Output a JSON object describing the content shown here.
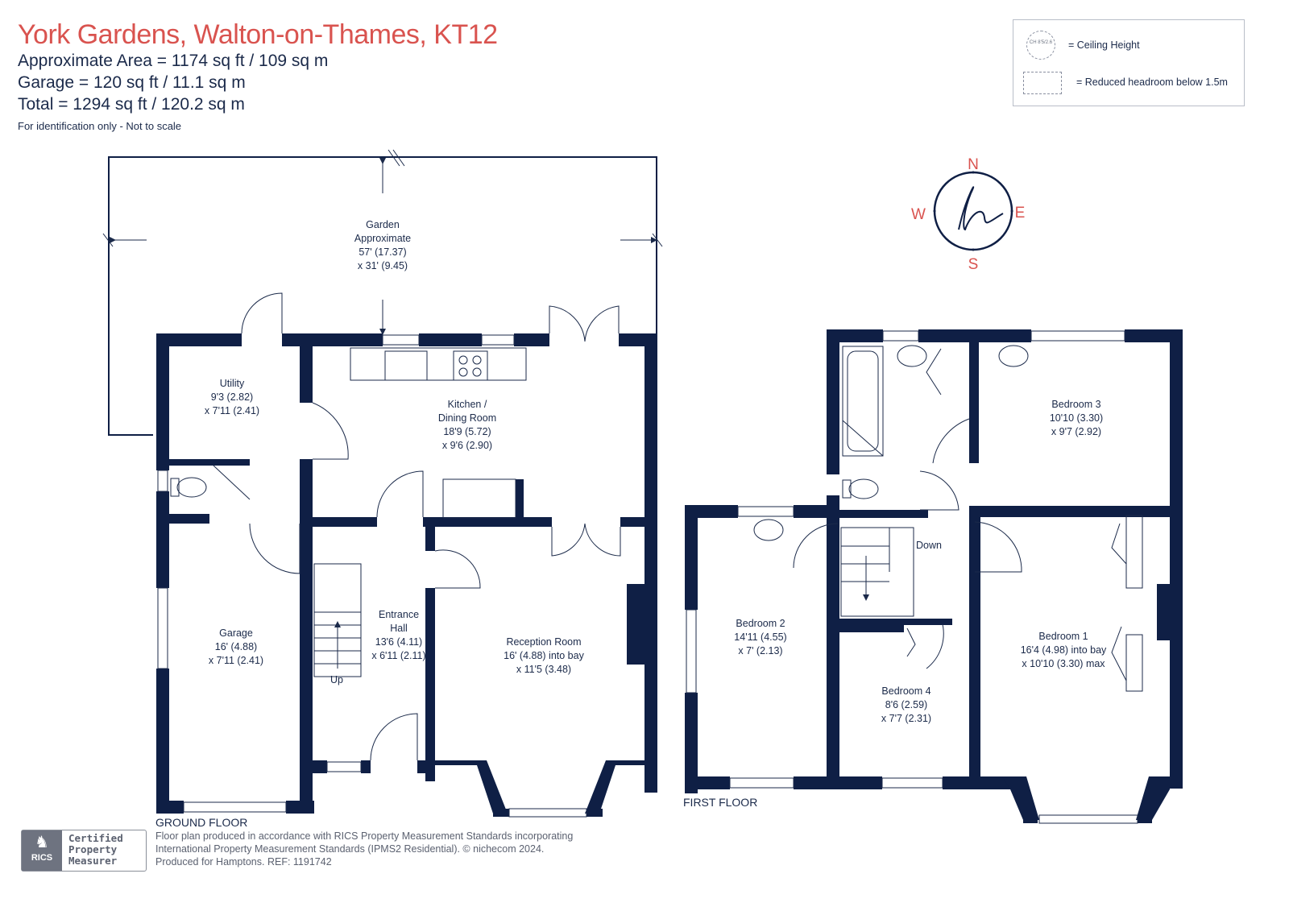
{
  "header": {
    "title": "York Gardens, Walton-on-Thames, KT12",
    "area_line": "Approximate Area = 1174 sq ft / 109 sq m",
    "garage_line": "Garage = 120 sq ft / 11.1 sq m",
    "total_line": "Total = 1294 sq ft / 120.2 sq m",
    "note": "For identification only - Not to scale"
  },
  "legend": {
    "ch_icon_text": "CH 8'5/2.6",
    "ceiling_height": "= Ceiling Height",
    "reduced_headroom": "= Reduced headroom below 1.5m"
  },
  "compass": {
    "n": "N",
    "s": "S",
    "e": "E",
    "w": "W",
    "logo": "h"
  },
  "ground_floor": {
    "label": "GROUND FLOOR",
    "garden": [
      "Garden",
      "Approximate",
      "57' (17.37)",
      "x 31' (9.45)"
    ],
    "utility": [
      "Utility",
      "9'3 (2.82)",
      "x 7'11 (2.41)"
    ],
    "kitchen": [
      "Kitchen /",
      "Dining Room",
      "18'9 (5.72)",
      "x 9'6 (2.90)"
    ],
    "garage": [
      "Garage",
      "16' (4.88)",
      "x 7'11 (2.41)"
    ],
    "hall": [
      "Entrance",
      "Hall",
      "13'6 (4.11)",
      "x 6'11 (2.11)"
    ],
    "reception": [
      "Reception Room",
      "16' (4.88) into bay",
      "x 11'5 (3.48)"
    ],
    "up": "Up"
  },
  "first_floor": {
    "label": "FIRST FLOOR",
    "bed3": [
      "Bedroom 3",
      "10'10 (3.30)",
      "x 9'7 (2.92)"
    ],
    "bed2": [
      "Bedroom 2",
      "14'11 (4.55)",
      "x 7' (2.13)"
    ],
    "bed1": [
      "Bedroom 1",
      "16'4 (4.98) into bay",
      "x 10'10 (3.30) max"
    ],
    "bed4": [
      "Bedroom 4",
      "8'6 (2.59)",
      "x 7'7 (2.31)"
    ],
    "down": "Down"
  },
  "footer": {
    "badge_org": "RICS",
    "badge_lines": [
      "Certified",
      "Property",
      "Measurer"
    ],
    "text_lines": [
      "Floor plan produced in accordance with RICS Property Measurement Standards incorporating",
      "International Property Measurement Standards (IPMS2 Residential). © nichecom 2024.",
      "Produced for Hamptons. REF: 1191742"
    ]
  },
  "colors": {
    "wall": "#0f1f45",
    "title": "#d9534f",
    "text": "#1b2a4a"
  }
}
